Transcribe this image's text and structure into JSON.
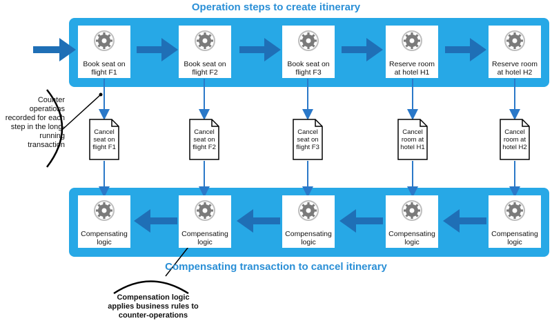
{
  "top_title": "Operation steps to create itinerary",
  "bottom_title": "Compensating transaction to cancel itinerary",
  "steps": [
    {
      "label": "Book seat on flight F1"
    },
    {
      "label": "Book seat on flight F2"
    },
    {
      "label": "Book seat on flight F3"
    },
    {
      "label": "Reserve room at hotel H1"
    },
    {
      "label": "Reserve room at hotel H2"
    }
  ],
  "counter_ops": [
    {
      "label": "Cancel seat on flight F1"
    },
    {
      "label": "Cancel seat on flight F2"
    },
    {
      "label": "Cancel seat on flight F3"
    },
    {
      "label": "Cancel room at hotel H1"
    },
    {
      "label": "Cancel room at hotel H2"
    }
  ],
  "compensating": [
    {
      "label": "Compensating logic"
    },
    {
      "label": "Compensating logic"
    },
    {
      "label": "Compensating logic"
    },
    {
      "label": "Compensating logic"
    },
    {
      "label": "Compensating logic"
    }
  ],
  "callout_left": "Counter operations recorded for each step in the long-running transaction",
  "callout_bottom": "Compensation logic applies business rules to counter-operations",
  "colors": {
    "band": "#27a8e6",
    "arrow": "#1f6fb6",
    "connector": "#2a78c8",
    "title": "#2a8fd6"
  }
}
